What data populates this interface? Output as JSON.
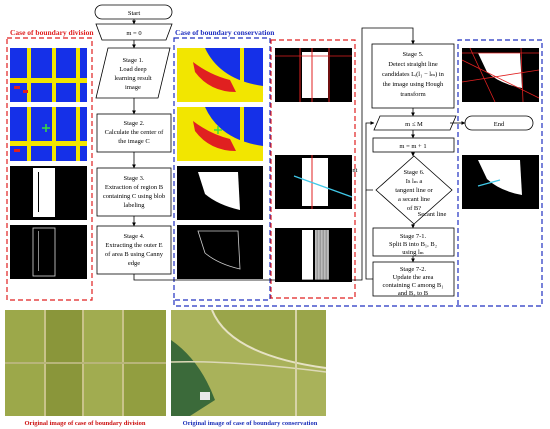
{
  "headers": {
    "left": "Case of boundary division",
    "middle": "Case of boundary conservation"
  },
  "colors": {
    "red_dash": "#e02020",
    "blue_dash": "#2030c0",
    "yellow": "#f2e600",
    "blue_field": "#1530e8",
    "red_patch": "#e02020",
    "center_mark": "#3cdc3c",
    "line_cyan": "#40c8e8",
    "line_red": "#e02020",
    "caption_red": "#cc1010",
    "caption_blue": "#1b2fb8"
  },
  "flow": {
    "start": "Start",
    "init": "m = 0",
    "stage1": [
      "Stage 1.",
      "Load deep",
      "learning result",
      "image"
    ],
    "stage2": [
      "Stage 2.",
      "Calculate the center of",
      "the image C"
    ],
    "stage3": [
      "Stage 3.",
      "Extraction of region B",
      "containing C using blob",
      "labeling"
    ],
    "stage4": [
      "Stage 4.",
      "Extracting the outer E",
      "of area B using Canny",
      "edge"
    ],
    "stage5": [
      "Stage 5.",
      "Detect straight line",
      "candidates Lᵢ(l₁ − lₘ) in",
      "the image using Hough",
      "transform"
    ],
    "cond": "m ≤ M",
    "end": "End",
    "incr": "m = m + 1",
    "stage6": [
      "Stage 6.",
      "Is lₘ a",
      "tangent line or",
      "a secant line",
      "of B?"
    ],
    "tangent": [
      "Tangent",
      "line"
    ],
    "secant": "Secant line",
    "stage71": [
      "Stage 7-1.",
      "Split B into B₁, B₂",
      "using lₘ"
    ],
    "stage72": [
      "Stage 7-2.",
      "Update the area",
      "containing C among B₁",
      "and B₂ to B"
    ]
  },
  "captions": {
    "left": "Original image of case of boundary division",
    "right": "Original image of case of boundary conservation"
  }
}
